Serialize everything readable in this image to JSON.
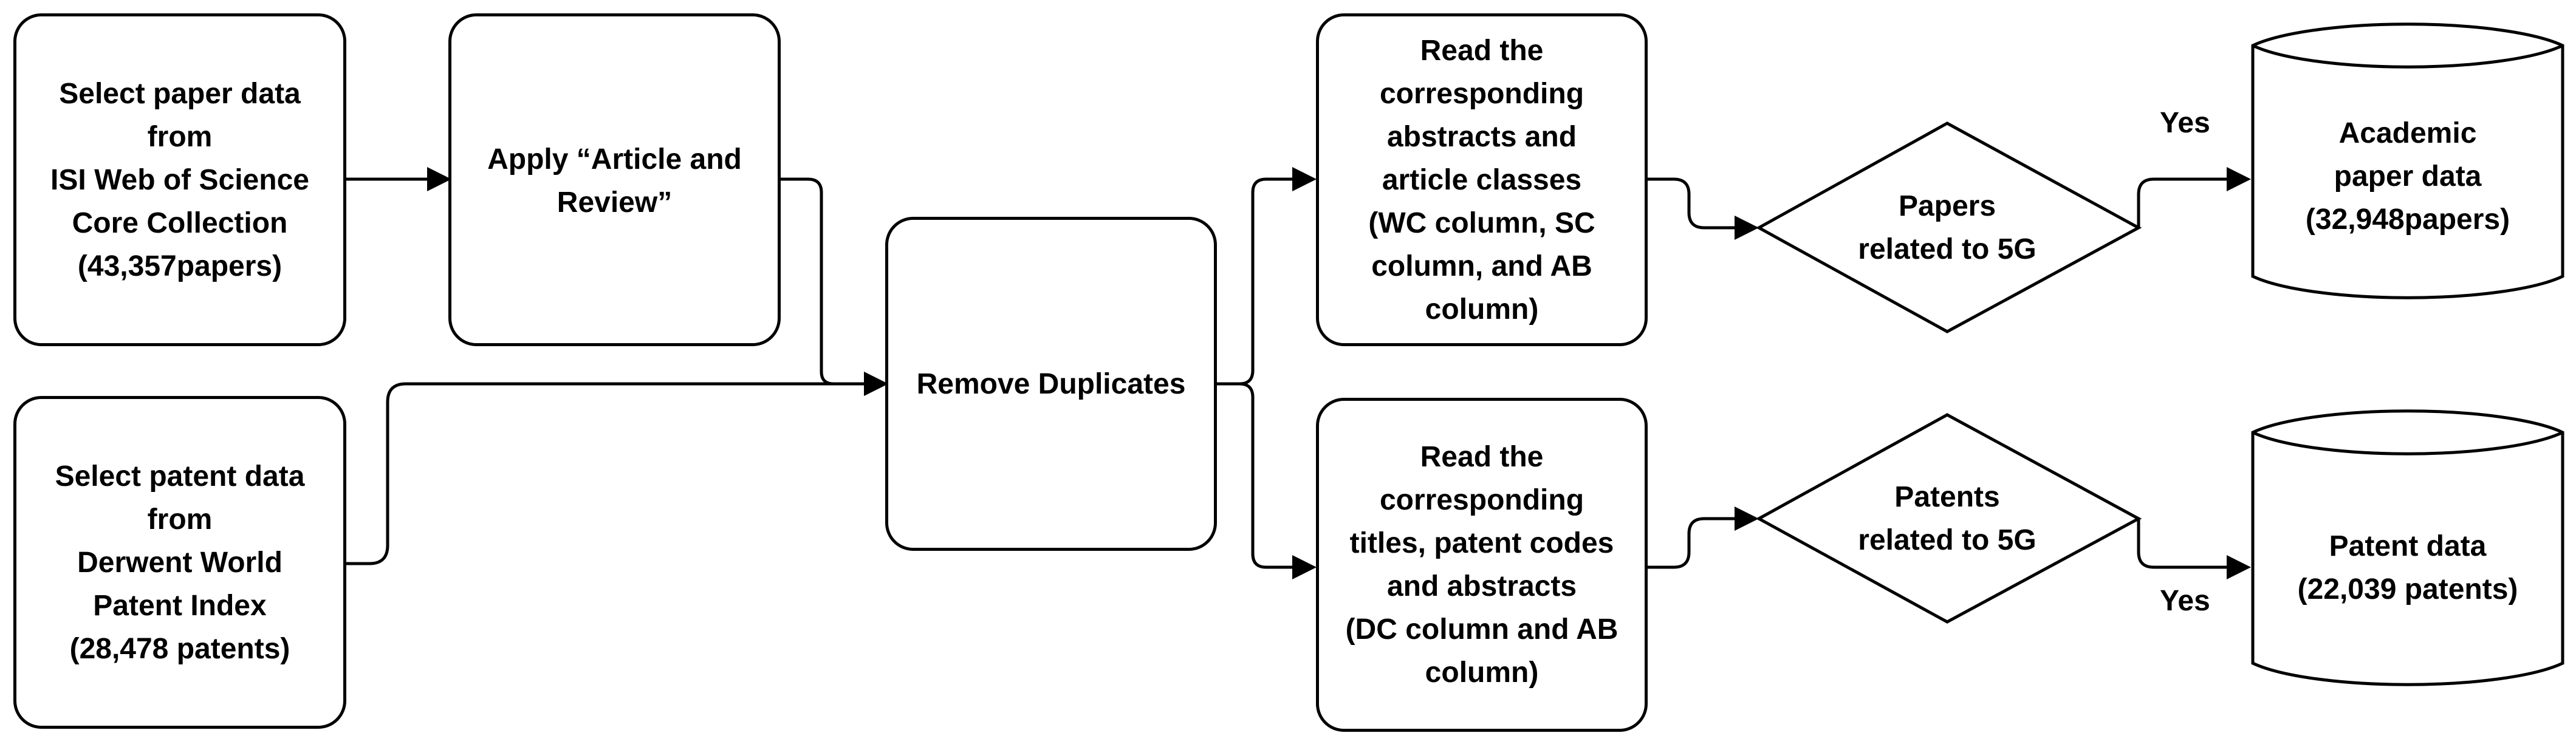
{
  "nodes": {
    "select_paper": "Select paper data\nfrom\nISI Web of Science\nCore Collection\n(43,357papers)",
    "apply_filter": "Apply “Article and\nReview”",
    "select_patent": "Select patent data\nfrom\nDerwent World\nPatent Index\n(28,478 patents)",
    "remove_duplicates": "Remove Duplicates",
    "read_paper": "Read the\ncorresponding\nabstracts and\narticle classes\n(WC column, SC\ncolumn, and AB\ncolumn)",
    "read_patent": "Read the\ncorresponding\ntitles, patent codes\nand abstracts\n(DC column and AB\ncolumn)",
    "papers_decision": "Papers\nrelated to 5G",
    "patents_decision": "Patents\nrelated to 5G",
    "academic_db": "Academic\npaper data\n(32,948papers)",
    "patent_db": "Patent data\n(22,039 patents)"
  },
  "edge_labels": {
    "yes_papers": "Yes",
    "yes_patents": "Yes"
  }
}
